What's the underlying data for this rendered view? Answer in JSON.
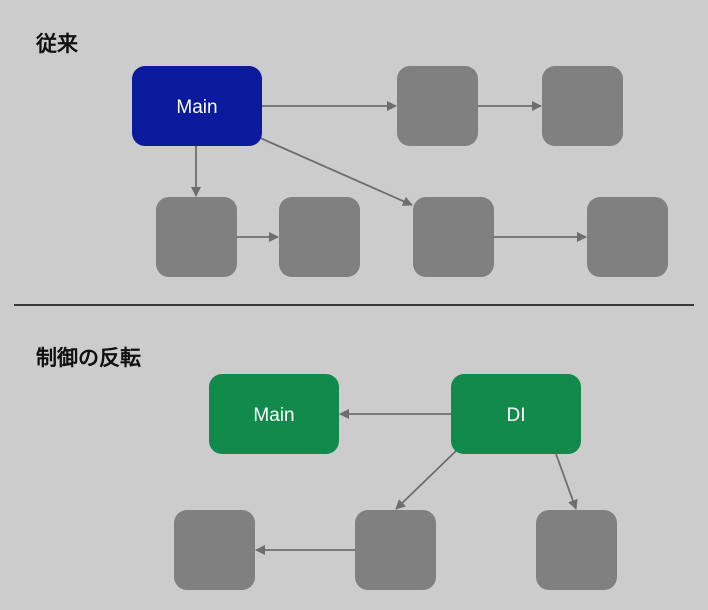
{
  "sections": [
    {
      "id": "traditional",
      "title": "従来",
      "nodes": [
        {
          "id": "main",
          "label": "Main",
          "color": "#0b1a9c"
        },
        {
          "id": "t1",
          "label": "",
          "color": "#808080"
        },
        {
          "id": "t2",
          "label": "",
          "color": "#808080"
        },
        {
          "id": "t3",
          "label": "",
          "color": "#808080"
        },
        {
          "id": "t4",
          "label": "",
          "color": "#808080"
        },
        {
          "id": "t5",
          "label": "",
          "color": "#808080"
        },
        {
          "id": "t6",
          "label": "",
          "color": "#808080"
        }
      ],
      "edges": [
        {
          "from": "main",
          "to": "t1"
        },
        {
          "from": "t1",
          "to": "t2"
        },
        {
          "from": "main",
          "to": "t3"
        },
        {
          "from": "t3",
          "to": "t4"
        },
        {
          "from": "main",
          "to": "t5"
        },
        {
          "from": "t5",
          "to": "t6"
        }
      ]
    },
    {
      "id": "ioc",
      "title": "制御の反転",
      "nodes": [
        {
          "id": "main2",
          "label": "Main",
          "color": "#118a4c"
        },
        {
          "id": "di",
          "label": "DI",
          "color": "#118a4c"
        },
        {
          "id": "i1",
          "label": "",
          "color": "#808080"
        },
        {
          "id": "i2",
          "label": "",
          "color": "#808080"
        },
        {
          "id": "i3",
          "label": "",
          "color": "#808080"
        }
      ],
      "edges": [
        {
          "from": "di",
          "to": "main2"
        },
        {
          "from": "di",
          "to": "i2"
        },
        {
          "from": "i2",
          "to": "i1"
        },
        {
          "from": "di",
          "to": "i3"
        }
      ]
    }
  ]
}
